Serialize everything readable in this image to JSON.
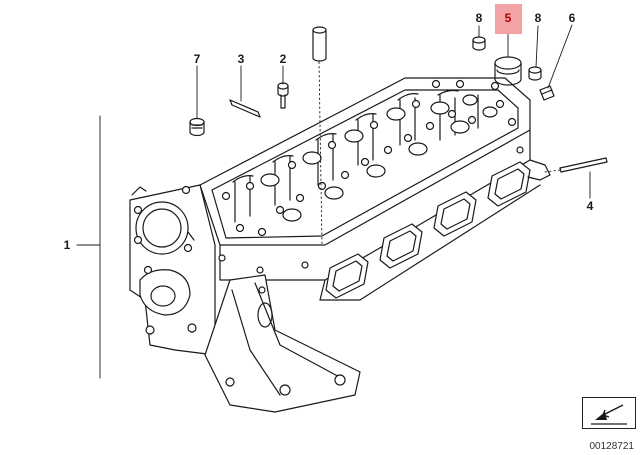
{
  "callouts": {
    "c1": "1",
    "c2": "2",
    "c3": "3",
    "c4": "4",
    "c5": "5",
    "c6": "6",
    "c7": "7",
    "c8a": "8",
    "c8b": "8"
  },
  "highlight_color": "#f3a3a6",
  "catalog_number": "00128721",
  "nav_icon": "arrow-down-left-icon"
}
